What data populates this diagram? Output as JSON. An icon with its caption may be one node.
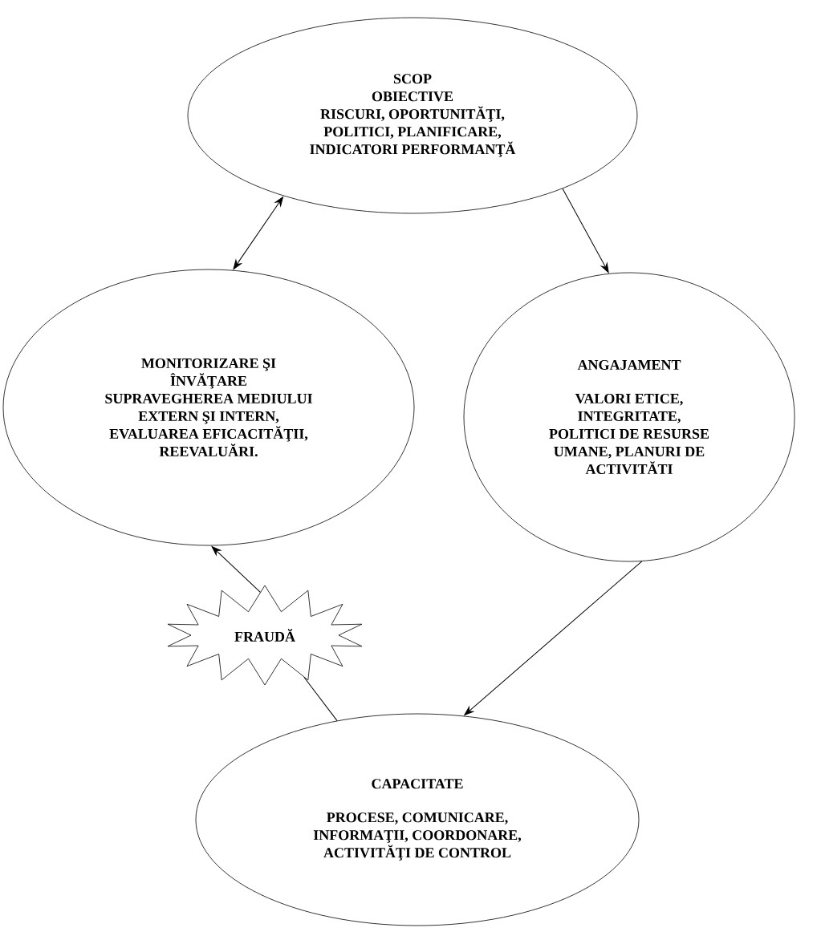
{
  "diagram": {
    "nodes": [
      {
        "text": [
          "SCOP",
          "OBIECTIVE",
          "RISCURI, OPORTUNITĂŢI, POLITICI, PLANIFICARE, INDICATORI PERFORMANŢĂ"
        ]
      },
      {
        "text": [
          "MONITORIZARE ŞI ÎNVĂŢARE",
          "SUPRAVEGHEREA MEDIULUI EXTERN ŞI INTERN, EVALUAREA EFICACITĂŢII, REEVALUĂRI."
        ]
      },
      {
        "text": [
          "ANGAJAMENT",
          "VALORI ETICE, INTEGRITATE, POLITICI DE RESURSE UMANE, PLANURI DE ACTIVITĂTI"
        ]
      },
      {
        "text": [
          "CAPACITATE",
          "PROCESE, COMUNICARE, INFORMAŢII, COORDONARE, ACTIVITĂŢI DE CONTROL"
        ]
      },
      {
        "text": [
          "FRAUDĂ"
        ]
      }
    ],
    "edges": [
      {
        "from": 0,
        "to": 1,
        "arrow": "both"
      },
      {
        "from": 0,
        "to": 2,
        "arrow": "to"
      },
      {
        "from": 2,
        "to": 3,
        "arrow": "to"
      },
      {
        "from": 4,
        "to": 1,
        "arrow": "to"
      },
      {
        "from": 4,
        "to": 3,
        "arrow": "none"
      }
    ]
  }
}
